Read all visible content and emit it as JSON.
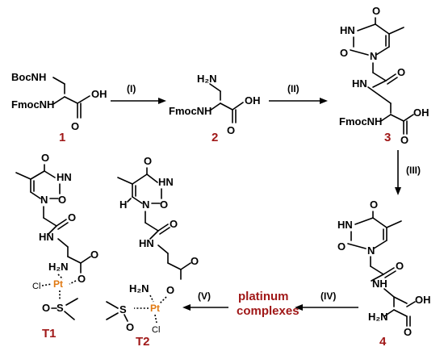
{
  "labels": {
    "boc_nh": "BocNH",
    "fmoc_nh": "FmocNH",
    "h2n": "H₂N",
    "hn": "HN",
    "nh": "NH",
    "oh": "OH",
    "o": "O",
    "n": "N",
    "h": "H",
    "cl": "Cl",
    "pt": "Pt",
    "s": "S",
    "o_minus": "O",
    "h2n_ring": "HN"
  },
  "compounds": {
    "c1": "1",
    "c2": "2",
    "c3": "3",
    "c4": "4",
    "t1": "T1",
    "t2": "T2"
  },
  "steps": {
    "i": "(I)",
    "ii": "(II)",
    "iii": "(III)",
    "iv": "(IV)",
    "v": "(V)"
  },
  "product_text": {
    "line1": "platinum",
    "line2": "complexes"
  },
  "colors": {
    "compound_label": "#a01818",
    "platinum": "#e07810"
  }
}
